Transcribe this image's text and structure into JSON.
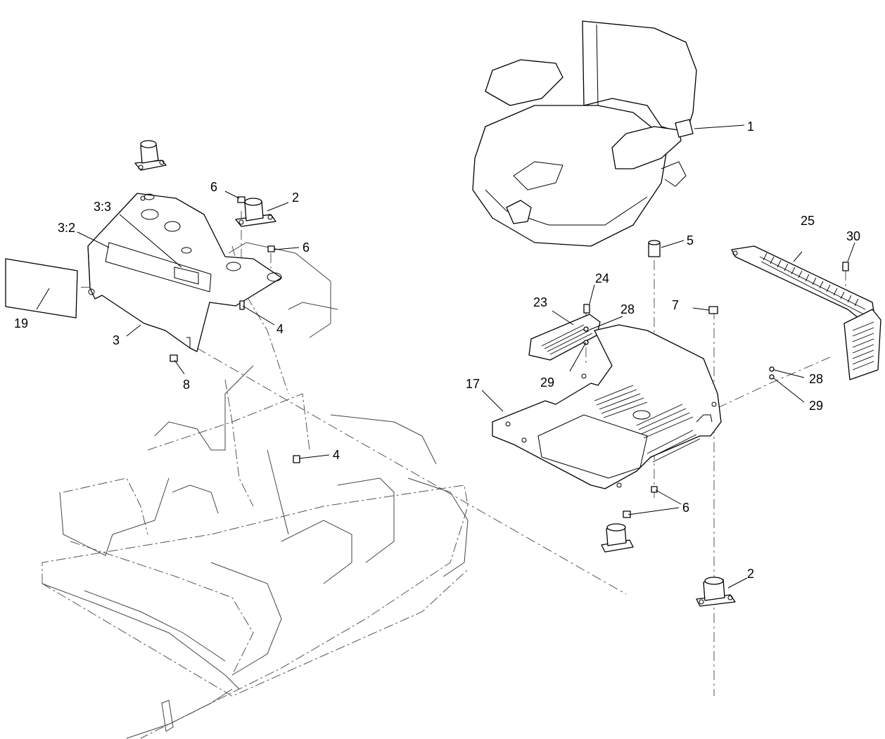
{
  "callouts": {
    "c1": "1",
    "c2a": "2",
    "c2b": "2",
    "c3": "3",
    "c3_2": "3:2",
    "c3_3": "3:3",
    "c4a": "4",
    "c4b": "4",
    "c5": "5",
    "c6a": "6",
    "c6b": "6",
    "c6c": "6",
    "c7": "7",
    "c8": "8",
    "c17": "17",
    "c19": "19",
    "c23": "23",
    "c24": "24",
    "c25": "25",
    "c28a": "28",
    "c28b": "28",
    "c29a": "29",
    "c29b": "29",
    "c30": "30"
  }
}
